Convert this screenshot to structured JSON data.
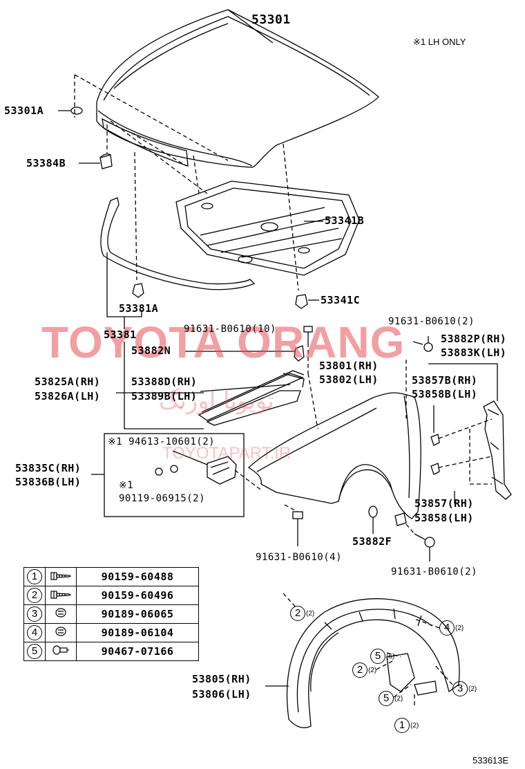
{
  "note": {
    "text": "※1   LH ONLY"
  },
  "labels": {
    "hood": "53301",
    "hood_sub": "53301A",
    "cushion": "53384B",
    "insulator": "53341B",
    "insulator_clip": "53341C",
    "seal_clip": "53381A",
    "seal": "53381",
    "bolt_top": "91631-B0610(10)",
    "bolt_right": "91631-B0610(2)",
    "clip_n": "53882N",
    "fender_rh": "53801(RH)",
    "fender_lh": "53802(LH)",
    "seal_p_rh": "53882P(RH)",
    "seal_k_lh": "53883K(LH)",
    "cowl_rh": "53825A(RH)",
    "cowl_lh": "53826A(LH)",
    "sealside_rh": "53388D(RH)",
    "sealside_lh": "53389B(LH)",
    "liner_b_rh": "53857B(RH)",
    "liner_b_lh": "53858B(LH)",
    "bracket_part": "※1 94613-10601(2)",
    "bracket_rh": "53835C(RH)",
    "bracket_lh": "53836B(LH)",
    "nut_mark": "※1",
    "nut_part": "90119-06915(2)",
    "liner_rh": "53857(RH)",
    "liner_lh": "53858(LH)",
    "clip_f": "53882F",
    "bolt_bottom": "91631-B0610(4)",
    "bolt_lower_right": "91631-B0610(2)",
    "mudguard_rh": "53805(RH)",
    "mudguard_lh": "53806(LH)",
    "diagram_code": "533613E"
  },
  "legend": [
    {
      "num": "1",
      "icon": "screw-icon",
      "part": "90159-60488"
    },
    {
      "num": "2",
      "icon": "screw-icon",
      "part": "90159-60496"
    },
    {
      "num": "3",
      "icon": "clip-icon",
      "part": "90189-06065"
    },
    {
      "num": "4",
      "icon": "clip-icon",
      "part": "90189-06104"
    },
    {
      "num": "5",
      "icon": "rivet-icon",
      "part": "90467-07166"
    }
  ],
  "callouts": [
    {
      "num": "2",
      "qty": "(2)"
    },
    {
      "num": "4",
      "qty": "(2)"
    },
    {
      "num": "5",
      "qty": "(6)"
    },
    {
      "num": "2",
      "qty": "(2)"
    },
    {
      "num": "3",
      "qty": "(2)"
    },
    {
      "num": "5",
      "qty": "(2)"
    },
    {
      "num": "1",
      "qty": "(2)"
    }
  ],
  "watermarks": {
    "brand": "TOYOTA ORANG",
    "arabic": "تویوتا اورنگ",
    "site": "TOYOTAPART.IR"
  },
  "colors": {
    "line": "#000000",
    "watermark": "#e8505a"
  }
}
